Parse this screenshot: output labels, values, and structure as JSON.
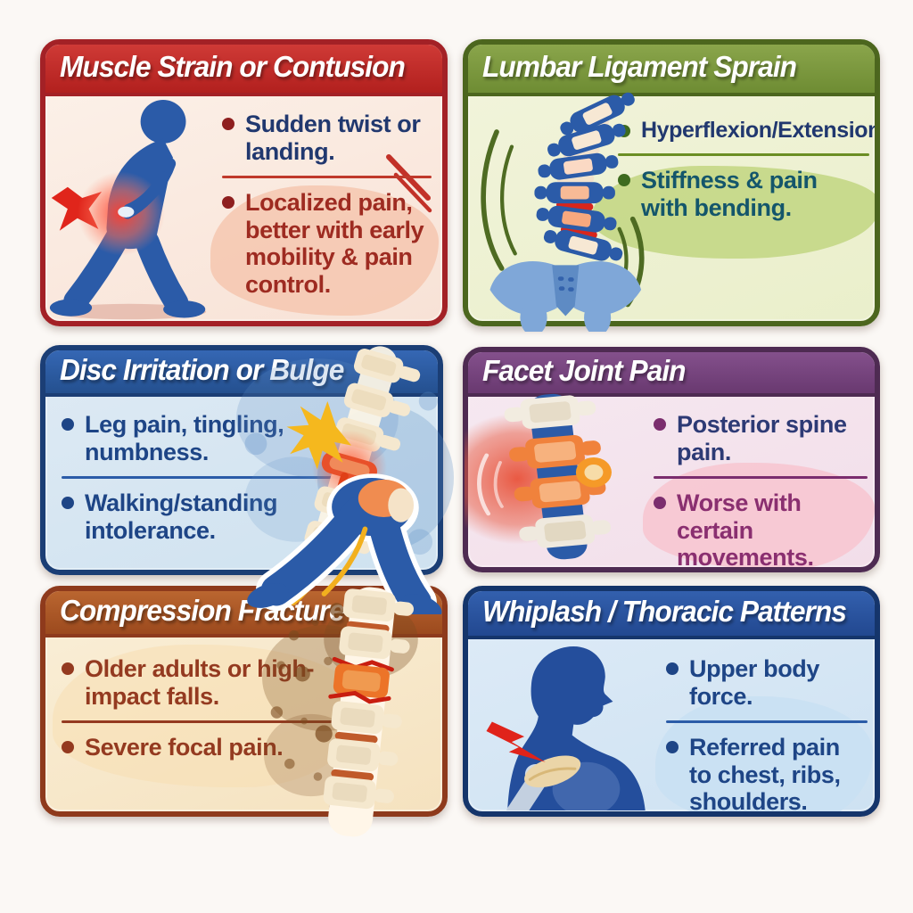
{
  "page": {
    "background": "#FBF8F5",
    "kind": "medical infographic",
    "topic": "Back pain patterns"
  },
  "panels": [
    {
      "title": "Muscle Strain or Contusion",
      "bullets": [
        "Sudden twist or landing.",
        "Localized pain, better with early mobility & pain control."
      ],
      "illustration": "figure-holding-lower-back-with-pain-burst",
      "colors": {
        "border": "#A32126",
        "header": "#C5272B",
        "body": "#FBEAE0",
        "bullet1_text": "#21386F",
        "bullet2_text": "#9E2B21",
        "patch": "#F5C4AC"
      }
    },
    {
      "title": "Lumbar Ligament Sprain",
      "bullets": [
        "Hyperflexion/Extension.",
        "Stiffness & pain with bending."
      ],
      "illustration": "curved-lumbar-spine-with-pelvis-and-motion-lines",
      "colors": {
        "border": "#4C661E",
        "header": "#7C9A3E",
        "body": "#F0F2D9",
        "bullet1_text": "#21386F",
        "bullet2_text": "#14566B",
        "patch": "#C6D889"
      }
    },
    {
      "title": "Disc Irritation or Bulge",
      "bullets": [
        "Leg pain, tingling, numbness.",
        "Walking/standing intolerance."
      ],
      "illustration": "tilted-spine-with-bulging-disc-sciatic-nerve-and-walking-legs",
      "colors": {
        "border": "#1B3E75",
        "header": "#2B5CA8",
        "body": "#D8E7F3",
        "bullet1_text": "#1E4586",
        "bullet2_text": "#1E4586",
        "patch": "#CFE2F0"
      }
    },
    {
      "title": "Facet Joint Pain",
      "bullets": [
        "Posterior spine pain.",
        "Worse with certain movements."
      ],
      "illustration": "spine-segment-with-inflamed-facet-joint",
      "colors": {
        "border": "#4E2B52",
        "header": "#7A4480",
        "body": "#F4E6EF",
        "bullet1_text": "#2D3A75",
        "bullet2_text": "#8A2F70",
        "patch": "#F7C6D2"
      }
    },
    {
      "title": "Compression Fracture",
      "bullets": [
        "Older adults or high-impact falls.",
        "Severe focal pain."
      ],
      "illustration": "collapsing-vertebra-with-debris-cloud",
      "colors": {
        "border": "#8E3A1C",
        "header": "#AE5A28",
        "body": "#F8E9CD",
        "bullet1_text": "#943A20",
        "bullet2_text": "#943A20",
        "patch": "#F7DFB2"
      }
    },
    {
      "title": "Whiplash / Thoracic Patterns",
      "bullets": [
        "Upper body force.",
        "Referred pain to chest, ribs, shoulders."
      ],
      "illustration": "profile-figure-with-lightning-bolt-at-neck-and-shoulder-bones",
      "colors": {
        "border": "#15356B",
        "header": "#2B55A8",
        "body": "#D9E8F6",
        "bullet1_text": "#1E4586",
        "bullet2_text": "#1E4586",
        "patch": "#C9E0F2"
      }
    }
  ]
}
